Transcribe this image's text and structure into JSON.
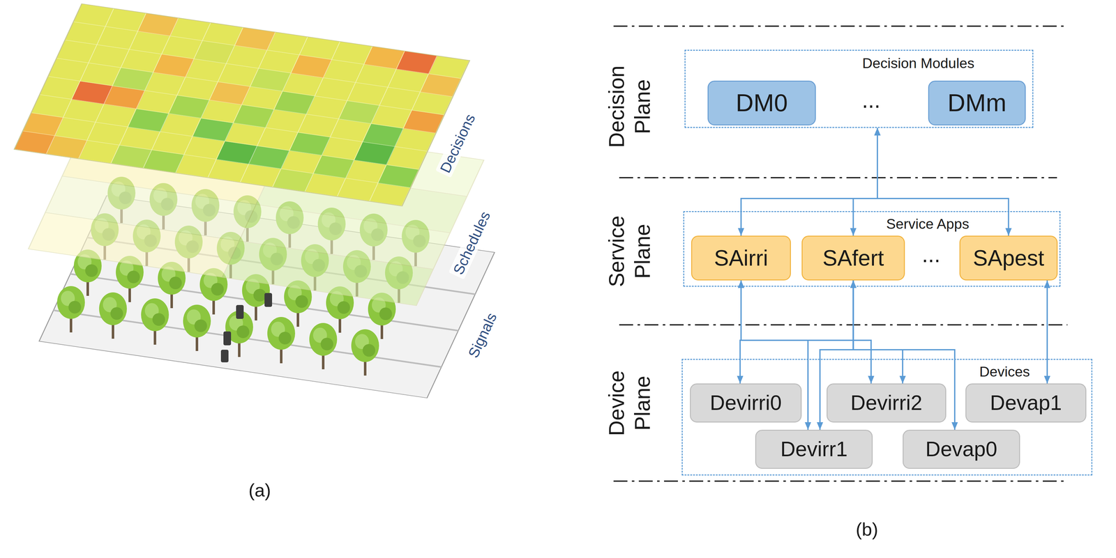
{
  "diagram": {
    "nodes": [
      {
        "text": [
          "Decision Modules"
        ]
      },
      {
        "text": [
          "DM0"
        ],
        "in": 0
      },
      {
        "text": [
          "DMm"
        ],
        "in": 0
      },
      {
        "text": [
          "Service Apps"
        ]
      },
      {
        "text": [
          "SAirri"
        ],
        "in": 3
      },
      {
        "text": [
          "SAfert"
        ],
        "in": 3
      },
      {
        "text": [
          "SApest"
        ],
        "in": 3
      },
      {
        "text": [
          "Devices"
        ]
      },
      {
        "text": [
          "Devirri0"
        ],
        "in": 7
      },
      {
        "text": [
          "Devirri2"
        ],
        "in": 7
      },
      {
        "text": [
          "Devap1"
        ],
        "in": 7
      },
      {
        "text": [
          "Devirr1"
        ],
        "in": 7
      },
      {
        "text": [
          "Devap0"
        ],
        "in": 7
      }
    ],
    "edges": [
      {
        "from": 0,
        "to": 4,
        "arrow": "both"
      },
      {
        "from": 0,
        "to": 5,
        "arrow": "both"
      },
      {
        "from": 0,
        "to": 6,
        "arrow": "both"
      },
      {
        "from": 4,
        "to": 8,
        "arrow": "both"
      },
      {
        "from": 4,
        "to": 9,
        "arrow": "both"
      },
      {
        "from": 4,
        "to": 11,
        "arrow": "both"
      },
      {
        "from": 5,
        "to": 11,
        "arrow": "both"
      },
      {
        "from": 5,
        "to": 9,
        "arrow": "both"
      },
      {
        "from": 5,
        "to": 12,
        "arrow": "both"
      },
      {
        "from": 6,
        "to": 10,
        "arrow": "both"
      }
    ],
    "labels": [
      "Decisions",
      "Schedules",
      "Signals",
      "(a)",
      "Decision Plane",
      "Service Plane",
      "Device Plane",
      "...",
      "...",
      "(b)"
    ]
  }
}
